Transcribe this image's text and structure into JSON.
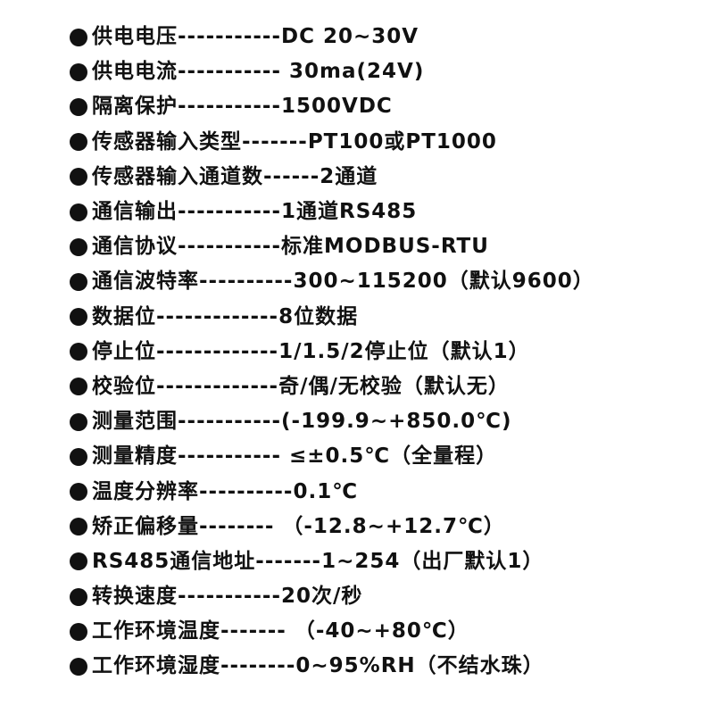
{
  "specs": [
    {
      "bullet_icon": "filled-circle-icon",
      "text": "供电电压-----------DC 20~30V"
    },
    {
      "bullet_icon": "filled-circle-icon",
      "text": "供电电流-----------  30ma(24V)"
    },
    {
      "bullet_icon": "filled-circle-icon",
      "text": "隔离保护-----------1500VDC"
    },
    {
      "bullet_icon": "filled-circle-icon",
      "text": "传感器输入类型-------PT100或PT1000"
    },
    {
      "bullet_icon": "filled-circle-icon",
      "text": "传感器输入通道数------2通道"
    },
    {
      "bullet_icon": "filled-circle-icon",
      "text": "通信输出-----------1通道RS485"
    },
    {
      "bullet_icon": "filled-circle-icon",
      "text": "通信协议-----------标准MODBUS-RTU"
    },
    {
      "bullet_icon": "filled-circle-icon",
      "text": "通信波特率----------300~115200（默认9600）"
    },
    {
      "bullet_icon": "filled-circle-icon",
      "text": "数据位-------------8位数据"
    },
    {
      "bullet_icon": "filled-circle-icon",
      "text": "停止位-------------1/1.5/2停止位（默认1）"
    },
    {
      "bullet_icon": "filled-circle-icon",
      "text": "校验位-------------奇/偶/无校验（默认无）"
    },
    {
      "bullet_icon": "filled-circle-icon",
      "text": "测量范围-----------(-199.9~+850.0℃)"
    },
    {
      "bullet_icon": "filled-circle-icon",
      "text": "测量精度----------- ≤±0.5℃（全量程）"
    },
    {
      "bullet_icon": "filled-circle-icon",
      "text": "温度分辨率----------0.1℃"
    },
    {
      "bullet_icon": "filled-circle-icon",
      "text": "矫正偏移量-------- （-12.8~+12.7℃）"
    },
    {
      "bullet_icon": "filled-circle-icon",
      "text": "RS485通信地址-------1~254（出厂默认1）"
    },
    {
      "bullet_icon": "filled-circle-icon",
      "text": "转换速度-----------20次/秒"
    },
    {
      "bullet_icon": "filled-circle-icon",
      "text": "工作环境温度------- （-40~+80℃）"
    },
    {
      "bullet_icon": "filled-circle-icon",
      "text": "工作环境湿度--------0~95%RH（不结水珠）"
    }
  ],
  "colors": {
    "text": "#111111",
    "background": "#ffffff"
  }
}
